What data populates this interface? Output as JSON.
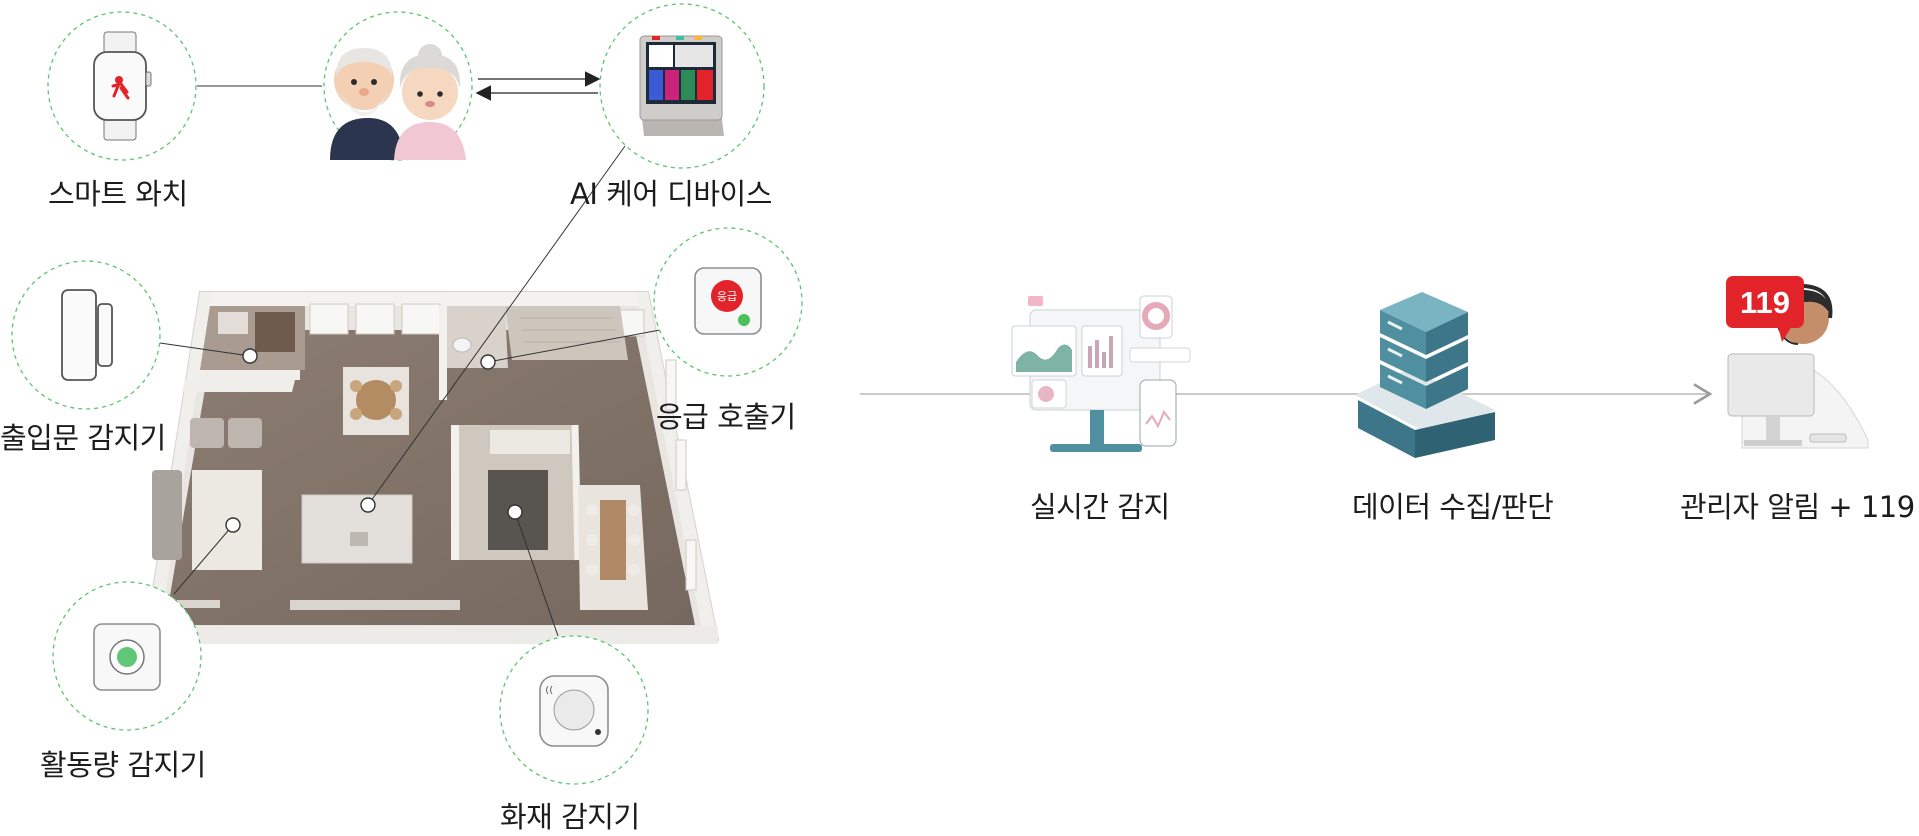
{
  "devices": {
    "smart_watch": "스마트 와치",
    "ai_care_device": "AI 케어 디바이스",
    "door_sensor": "출입문 감지기",
    "emergency_call": "응급 호출기",
    "activity_sensor": "활동량 감지기",
    "fire_sensor": "화재 감지기"
  },
  "icon_text": {
    "emergency_button": "응급",
    "alert_badge": "119"
  },
  "flow": {
    "steps": [
      "실시간 감지",
      "데이터 수집/판단",
      "관리자 알림 + 119"
    ]
  },
  "colors": {
    "dashed_ring": "#5cc46e",
    "emergency_red": "#e2232a",
    "server_teal": "#4f8fa0",
    "status_green": "#4cc15a"
  }
}
